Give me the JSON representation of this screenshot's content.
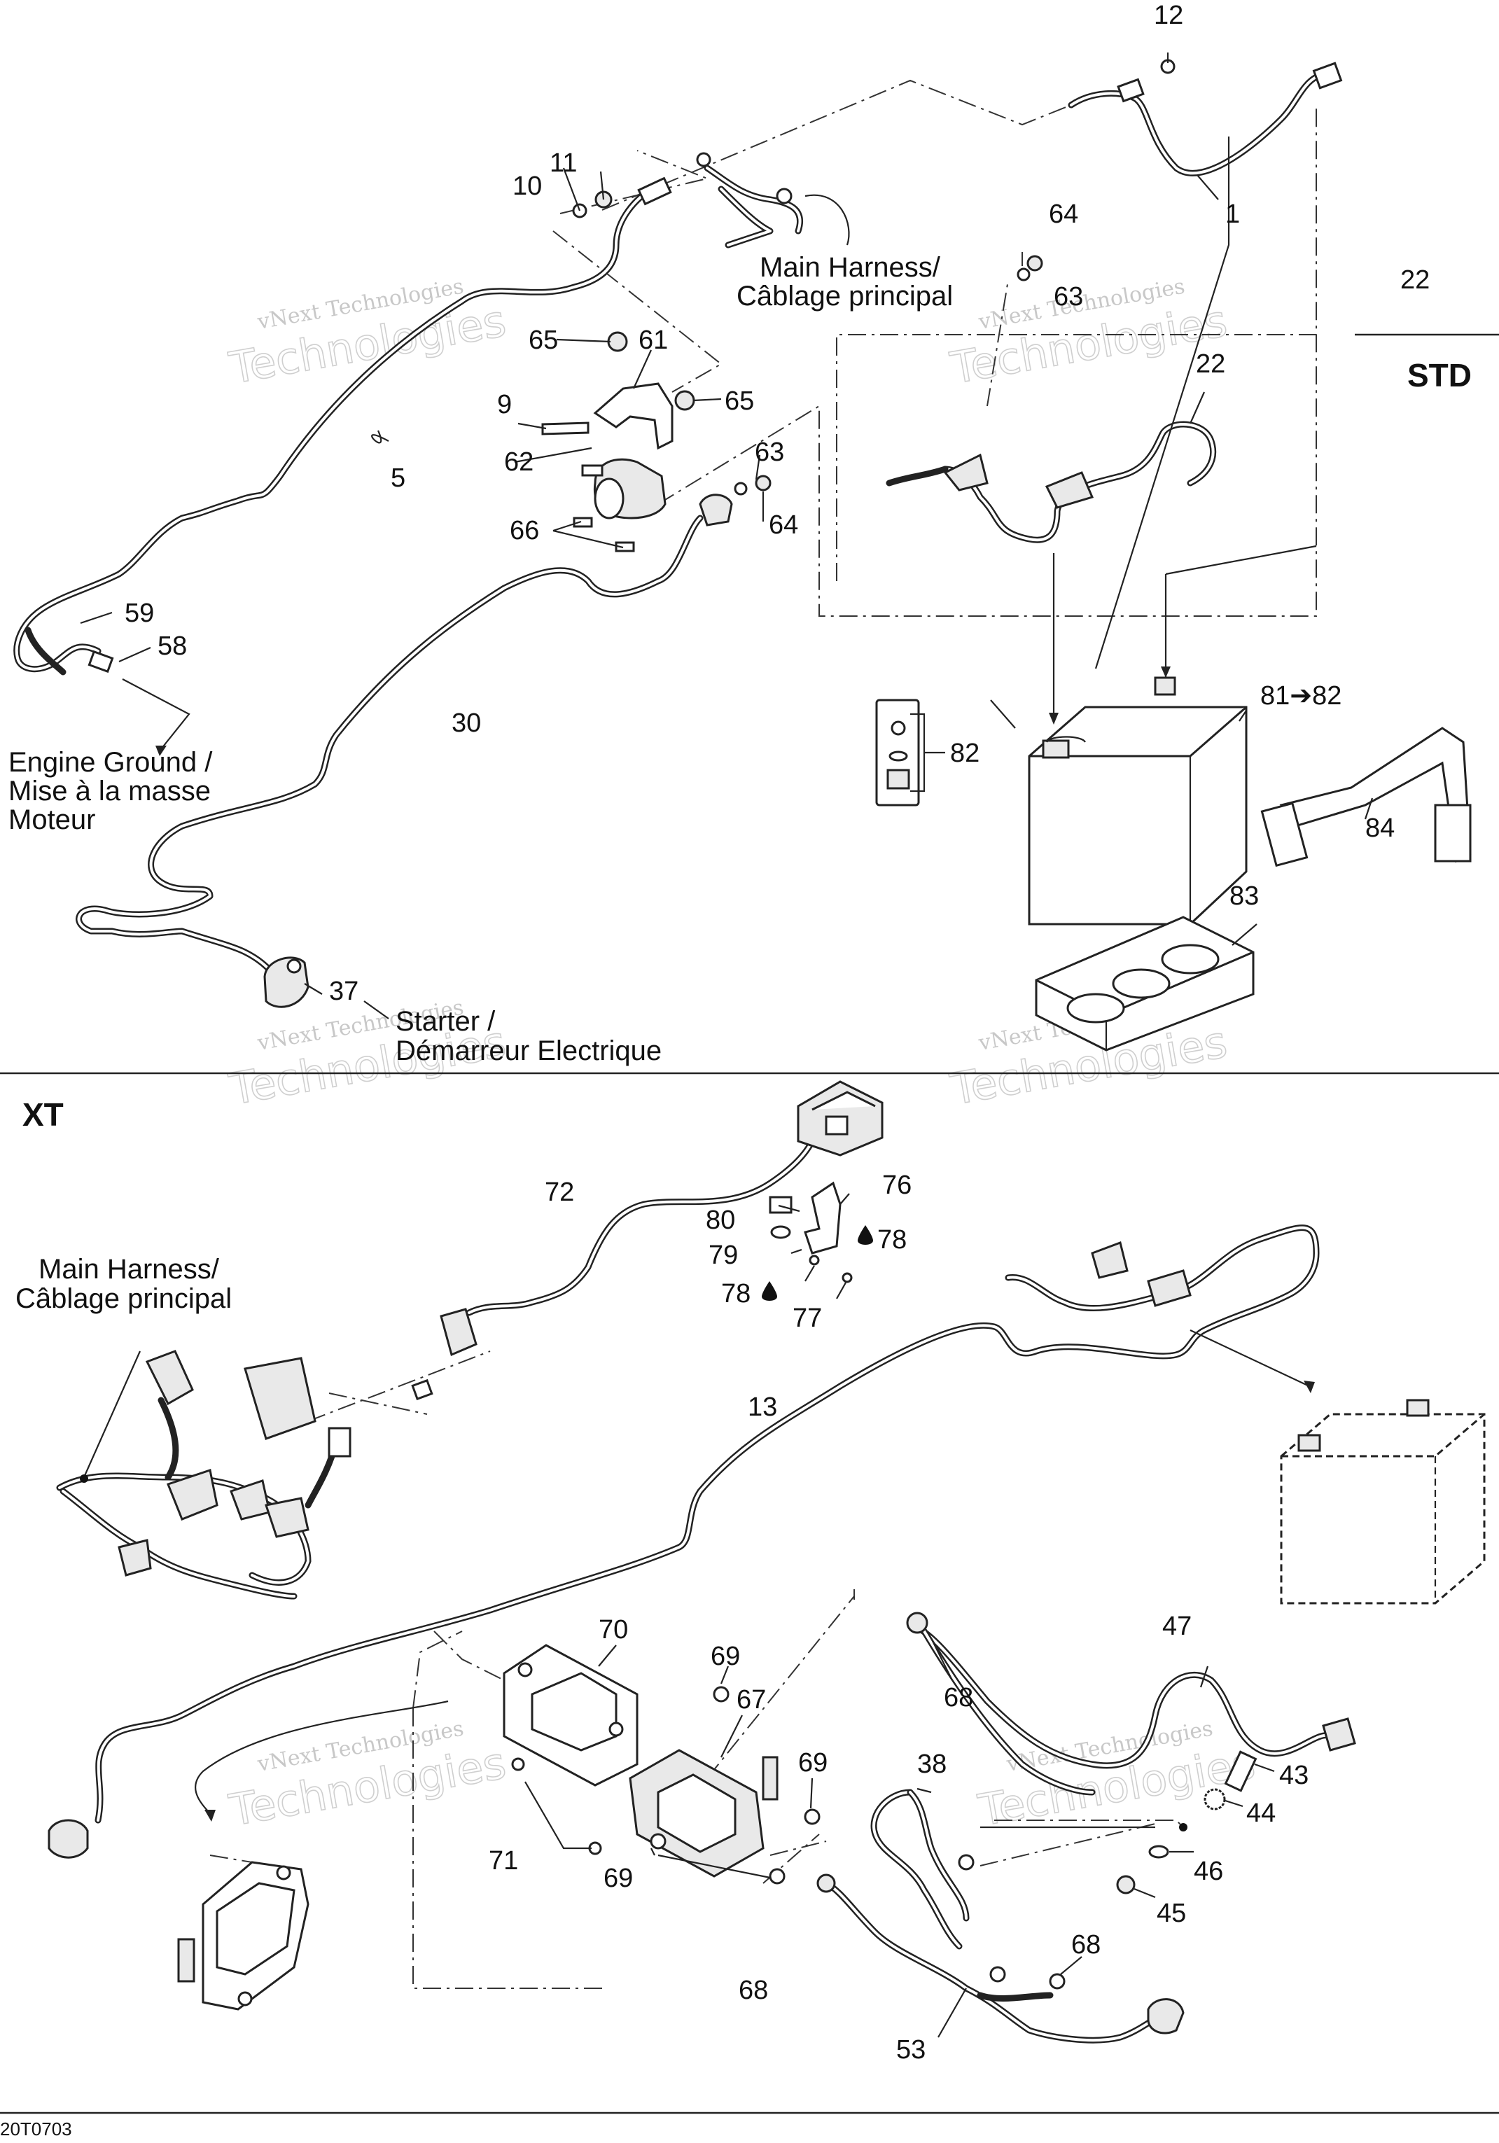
{
  "diagram": {
    "section_std": "STD",
    "section_xt": "XT",
    "drawing_code": "20T0703",
    "watermark_line1": "vNext Technologies",
    "watermark_line2": "Technologies",
    "labels": {
      "main_harness_top_1": "Main Harness/",
      "main_harness_top_2": "Câblage principal",
      "engine_ground_1": "Engine Ground /",
      "engine_ground_2": "Mise à la masse",
      "engine_ground_3": "Moteur",
      "starter_1": "Starter /",
      "starter_2": "Démarreur Electrique",
      "main_harness_xt_1": "Main Harness/",
      "main_harness_xt_2": "Câblage principal"
    },
    "callouts": {
      "c12": "12",
      "c1": "1",
      "c11": "11",
      "c10": "10",
      "c64a": "64",
      "c63a": "63",
      "c22a": "22",
      "c22b": "22",
      "c65a": "65",
      "c61": "61",
      "c9": "9",
      "c65b": "65",
      "c62": "62",
      "c63b": "63",
      "c64b": "64",
      "c66": "66",
      "c5": "5",
      "c59": "59",
      "c58": "58",
      "c30": "30",
      "c81": "81➔82",
      "c82": "82",
      "c84": "84",
      "c83": "83",
      "c37": "37",
      "c72": "72",
      "c76": "76",
      "c80": "80",
      "c79": "79",
      "c78a": "78",
      "c78b": "78",
      "c77": "77",
      "c13": "13",
      "c70": "70",
      "c69a": "69",
      "c67": "67",
      "c69b": "69",
      "c68a": "68",
      "c47": "47",
      "c38": "38",
      "c43": "43",
      "c44": "44",
      "c71": "71",
      "c69c": "69",
      "c46": "46",
      "c45": "45",
      "c68b": "68",
      "c68c": "68",
      "c53": "53"
    }
  }
}
